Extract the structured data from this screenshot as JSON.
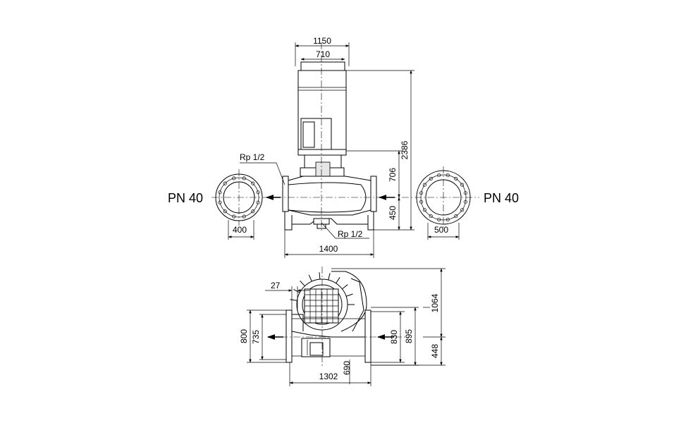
{
  "labels": {
    "pn_left": "PN 40",
    "pn_right": "PN 40",
    "rp_top": "Rp 1/2",
    "rp_bottom": "Rp 1/2"
  },
  "dimensions": {
    "d1150": "1150",
    "d710": "710",
    "d2386": "2386",
    "d706": "706",
    "d450": "450",
    "d400": "400",
    "d500": "500",
    "d1400": "1400",
    "d27": "27",
    "d1064": "1064",
    "d800": "800",
    "d735": "735",
    "d830": "830",
    "d895": "895",
    "d448": "448",
    "d1302": "1302",
    "d690": "690"
  }
}
